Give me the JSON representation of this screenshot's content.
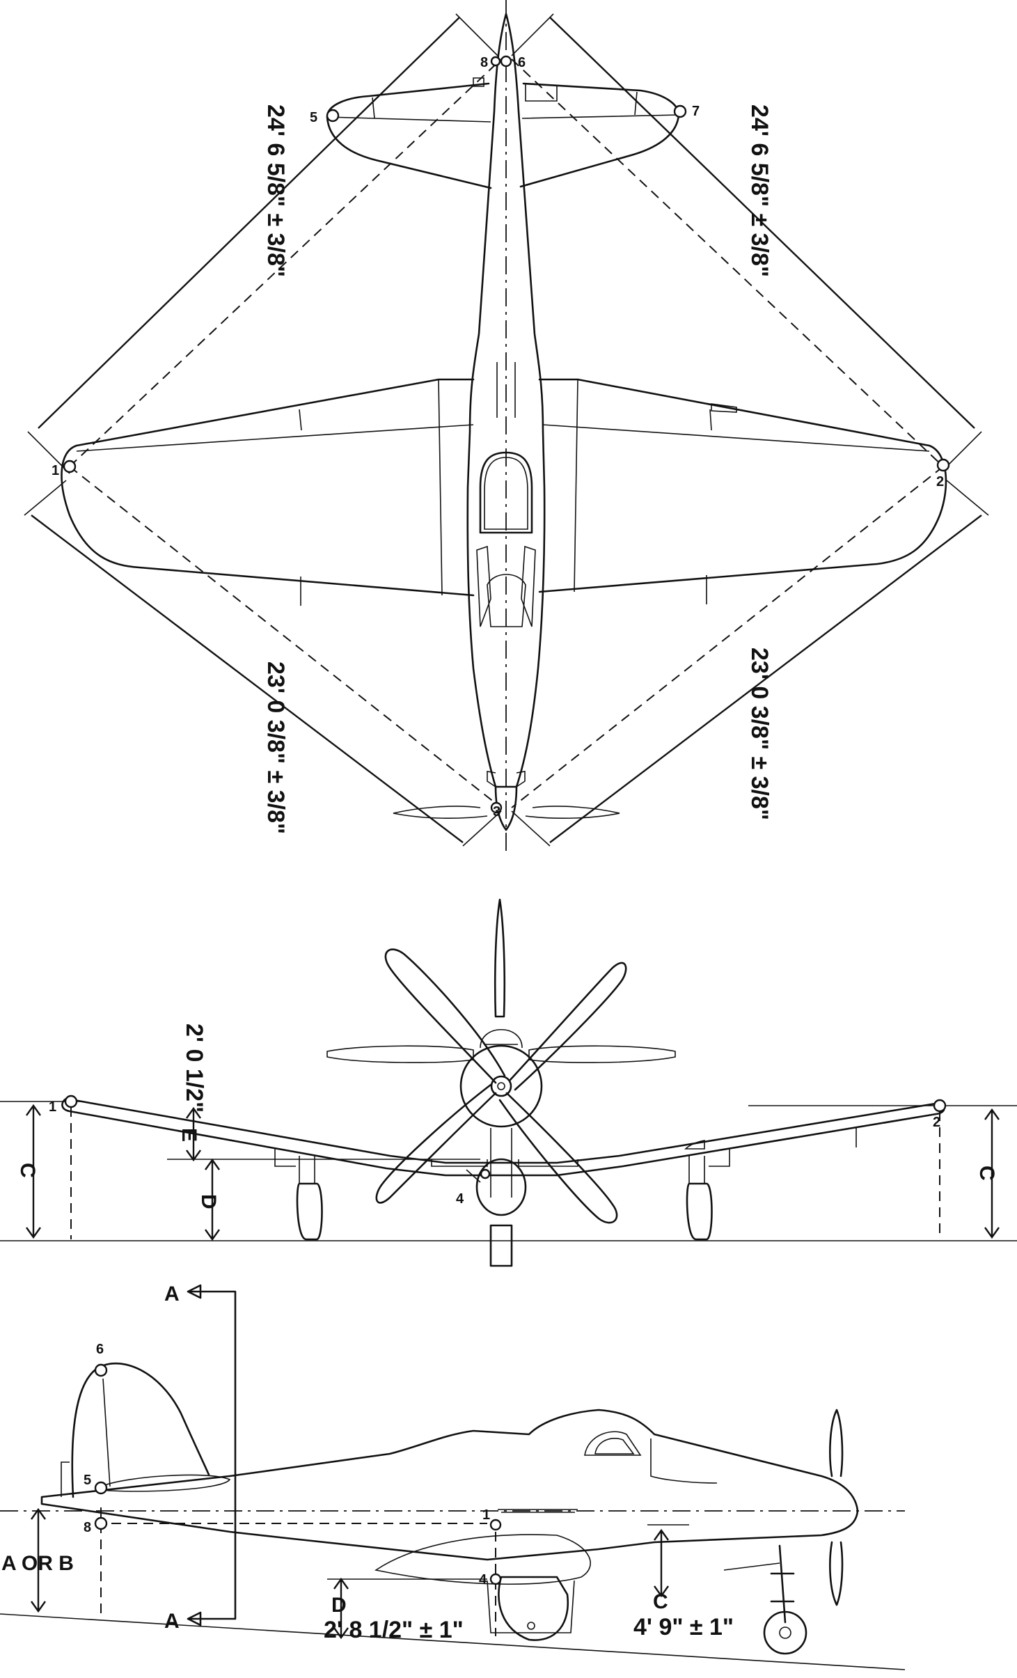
{
  "top_view": {
    "points": [
      "1",
      "2",
      "3",
      "5",
      "6",
      "7",
      "8"
    ],
    "dim_upper_left": "24' 6 5/8\" ± 3/8\"",
    "dim_upper_right": "24' 6 5/8\" ± 3/8\"",
    "dim_lower_left": "23' 0 3/8\" ± 3/8\"",
    "dim_lower_right": "23' 0 3/8\" ± 3/8\""
  },
  "front_view": {
    "points": [
      "1",
      "2",
      "4"
    ],
    "dim_top": "2' 0 1/2\"",
    "label_c_left": "C",
    "label_c_right": "C",
    "label_e": "E",
    "label_d": "D"
  },
  "side_view": {
    "points": [
      "6",
      "5",
      "8",
      "1",
      "4"
    ],
    "section_a_top": "A",
    "section_a_bottom": "A",
    "label_a_or_b": "A OR B",
    "label_d": "D",
    "dim_d": "2' 8 1/2\" ± 1\"",
    "label_c": "C",
    "dim_c": "4' 9\" ± 1\""
  }
}
